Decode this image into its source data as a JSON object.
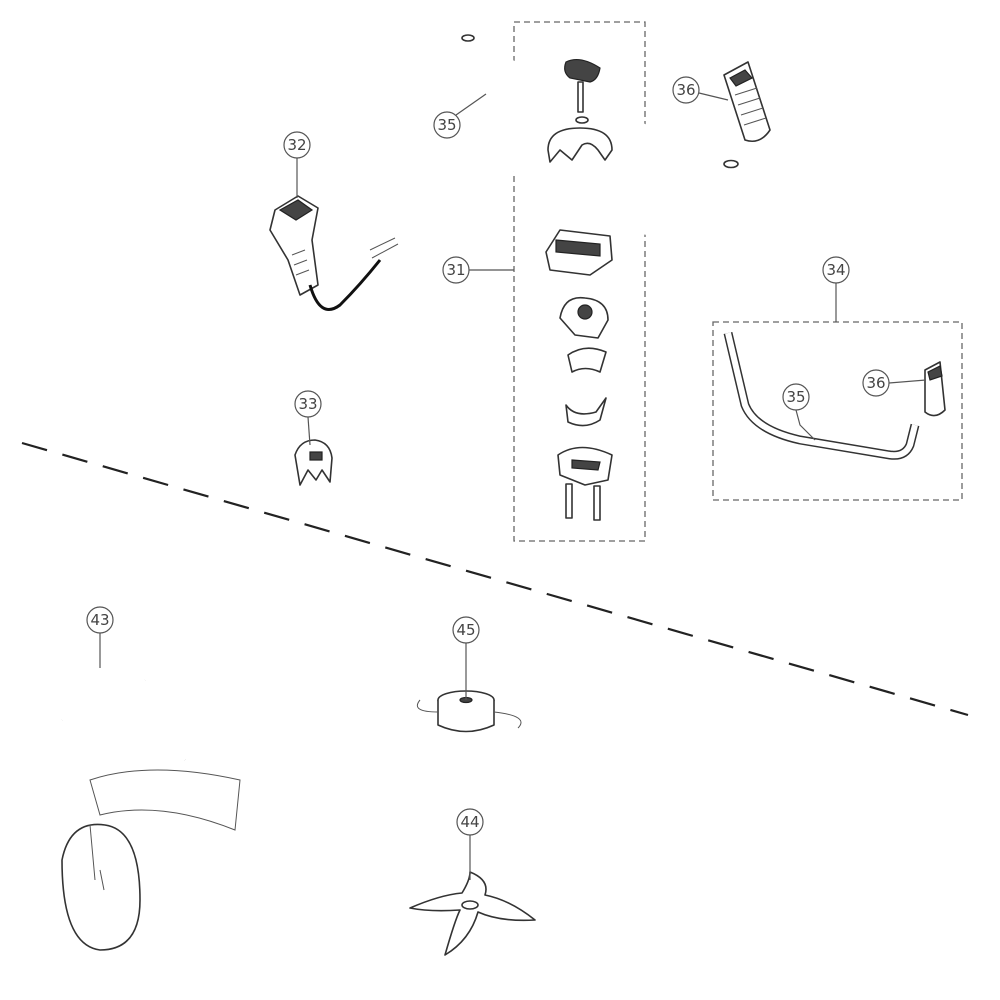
{
  "diagram": {
    "callouts": {
      "c31": "31",
      "c32": "32",
      "c33": "33",
      "c34": "34",
      "c35_top": "35",
      "c36_top": "36",
      "c35_kit": "35",
      "c36_kit": "36",
      "c43": "43",
      "c44": "44",
      "c45": "45"
    }
  }
}
